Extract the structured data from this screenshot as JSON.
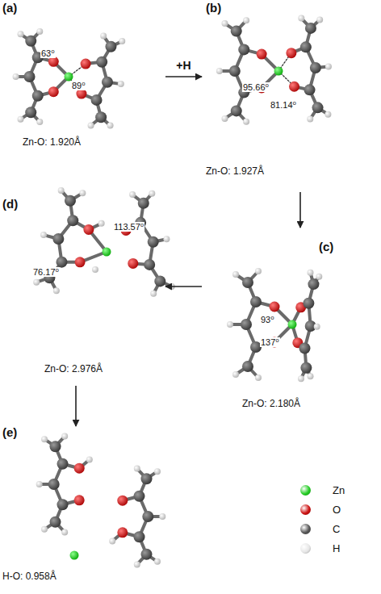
{
  "diagram": {
    "nodes": [
      {
        "text": [
          "(a)",
          "63⁰",
          "89⁰",
          "Zn-O: 1.920Å"
        ]
      },
      {
        "text": [
          "(b)",
          "95.66⁰",
          "81.14⁰",
          "Zn-O: 1.927Å"
        ]
      },
      {
        "text": [
          "(c)",
          "93⁰",
          "137⁰",
          "Zn-O: 2.180Å"
        ]
      },
      {
        "text": [
          "(d)",
          "113.57⁰",
          "76.17⁰",
          "Zn-O: 2.976Å"
        ]
      },
      {
        "text": [
          "(e)",
          "H-O: 0.958Å"
        ]
      }
    ],
    "edges": [
      {
        "from": 0,
        "to": 1,
        "label": "+H",
        "arrow": "to"
      },
      {
        "from": 1,
        "to": 2,
        "arrow": "to"
      },
      {
        "from": 2,
        "to": 3,
        "arrow": "to"
      },
      {
        "from": 3,
        "to": 4,
        "arrow": "to"
      }
    ],
    "legend": [
      {
        "text": "Zn",
        "color": "#22cc22"
      },
      {
        "text": "O",
        "color": "#cc1111"
      },
      {
        "text": "C",
        "color": "#555555"
      },
      {
        "text": "H",
        "color": "#e6e6e6"
      }
    ]
  }
}
